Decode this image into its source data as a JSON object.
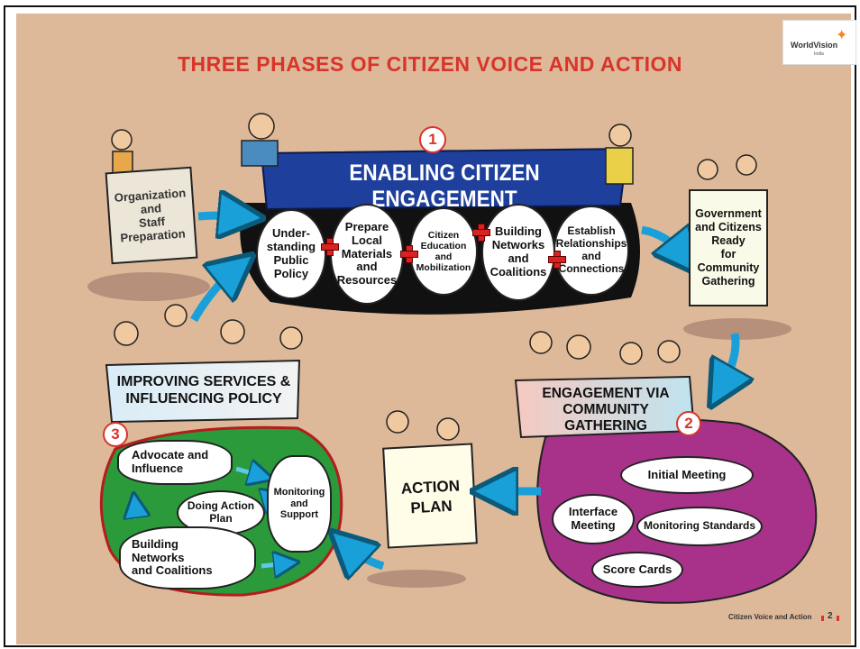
{
  "title": "THREE PHASES OF CITIZEN VOICE AND ACTION",
  "logo": {
    "name": "WorldVision",
    "sub": "India"
  },
  "phase1": {
    "number": "1",
    "banner": "ENABLING CITIZEN ENGAGEMENT",
    "items": [
      {
        "label": "Under-\nstanding\nPublic\nPolicy"
      },
      {
        "label": "Prepare\nLocal\nMaterials\nand\nResources"
      },
      {
        "label": "Citizen\nEducation\nand\nMobilization"
      },
      {
        "label": "Building\nNetworks\nand\nCoalitions"
      },
      {
        "label": "Establish\nRelationships\nand\nConnections"
      }
    ]
  },
  "left_poster": "Organization\nand\nStaff\nPreparation",
  "right_poster": "Government\nand Citizens\nReady\nfor\nCommunity\nGathering",
  "phase2": {
    "number": "2",
    "banner": "ENGAGEMENT VIA\nCOMMUNITY GATHERING",
    "items": [
      "Initial Meeting",
      "Interface\nMeeting",
      "Monitoring Standards",
      "Score Cards"
    ]
  },
  "action_plan": "ACTION\nPLAN",
  "phase3": {
    "number": "3",
    "banner": "IMPROVING SERVICES &\nINFLUENCING POLICY",
    "items": [
      "Advocate and\nInfluence",
      "Monitoring\nand\nSupport",
      "Doing Action\nPlan",
      "Building\nNetworks\nand Coalitions"
    ]
  },
  "footer": {
    "text": "Citizen Voice and Action",
    "page": "2"
  },
  "colors": {
    "background": "#ddb99a",
    "title": "#d9342a",
    "arrow": "#1aa0d8",
    "phase2_blob": "#a8328a",
    "phase3_blob": "#2a9a3a",
    "banner": "#1f3f9c"
  }
}
